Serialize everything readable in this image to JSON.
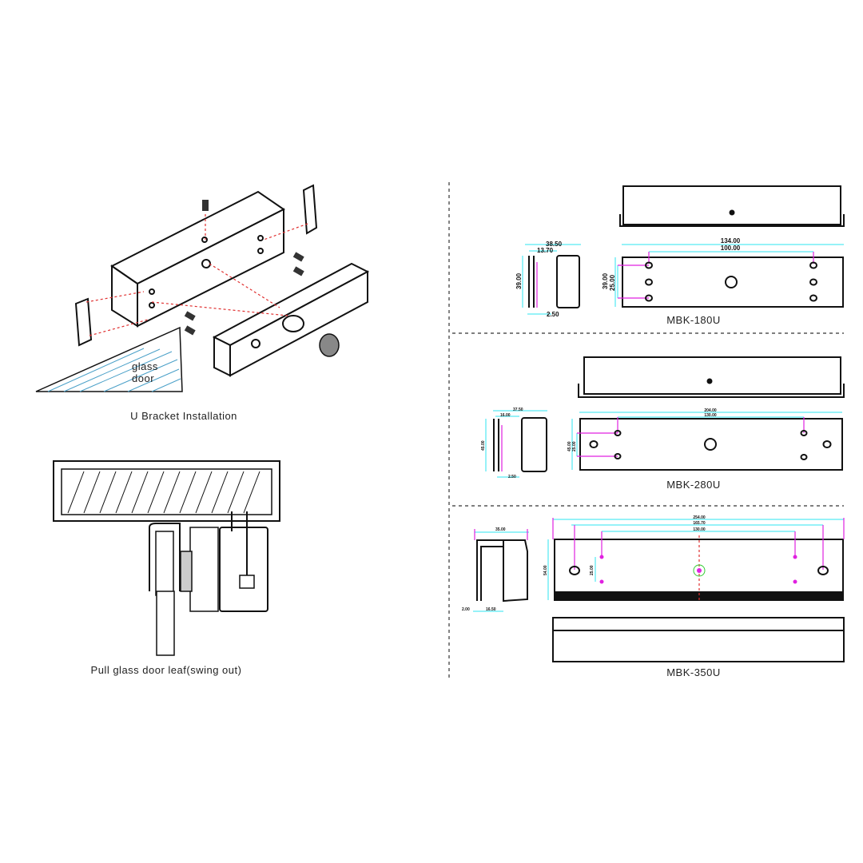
{
  "left": {
    "installation_caption": "U Bracket Installation",
    "glass_label_line1": "glass",
    "glass_label_line2": "door",
    "section_caption": "Pull glass door leaf(swing out)"
  },
  "models": [
    {
      "name": "MBK-180U",
      "side": {
        "width": "38.50",
        "inner": "13.70",
        "height": "39.00",
        "thickness": "2.50"
      },
      "front": {
        "length": "134.00",
        "hole_span": "100.00",
        "height": "39.00",
        "hole_vertical": "25.00"
      }
    },
    {
      "name": "MBK-280U",
      "side": {
        "width": "37.50",
        "inner": "16.00",
        "height": "45.00",
        "thickness": "2.50"
      },
      "front": {
        "length": "204.00",
        "hole_span": "130.00",
        "height": "45.00",
        "hole_vertical": "25.00"
      }
    },
    {
      "name": "MBK-350U",
      "side": {
        "width": "35.00",
        "thickness": "2.00",
        "inner": "16.50"
      },
      "front": {
        "length": "254.00",
        "hole_span_outer": "165.70",
        "hole_span": "130.00",
        "height": "54.00",
        "hole_vertical": "25.00"
      }
    }
  ],
  "colors": {
    "dimension_line": "#2ee6f0",
    "extension_line": "#e020e0",
    "outline": "#111111"
  }
}
